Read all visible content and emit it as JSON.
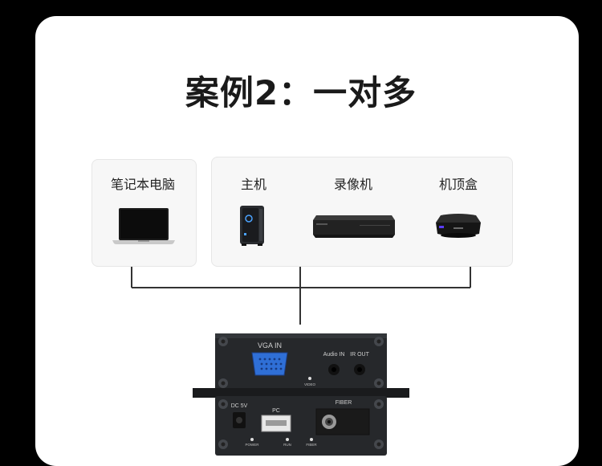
{
  "title": "案例2：一对多",
  "devices": {
    "laptop": {
      "label": "笔记本电脑",
      "icon": "laptop-icon"
    },
    "host": {
      "label": "主机",
      "icon": "desktop-tower-icon"
    },
    "recorder": {
      "label": "录像机",
      "icon": "dvr-icon"
    },
    "settop": {
      "label": "机顶盒",
      "icon": "set-top-box-icon"
    }
  },
  "transmitter": {
    "top_labels": {
      "vga": "VGA IN",
      "audio_in": "Audio IN",
      "ir_out": "IR OUT",
      "video": "VIDEO"
    },
    "bottom_labels": {
      "dc": "DC 5V",
      "pc": "PC",
      "fiber": "FIBER",
      "power": "POWER",
      "run": "RUN",
      "fiber_led": "FIBER"
    }
  },
  "colors": {
    "background": "#000000",
    "card": "#ffffff",
    "panel": "#f7f7f7",
    "line": "#333333",
    "vga_port": "#2f6fd6"
  }
}
